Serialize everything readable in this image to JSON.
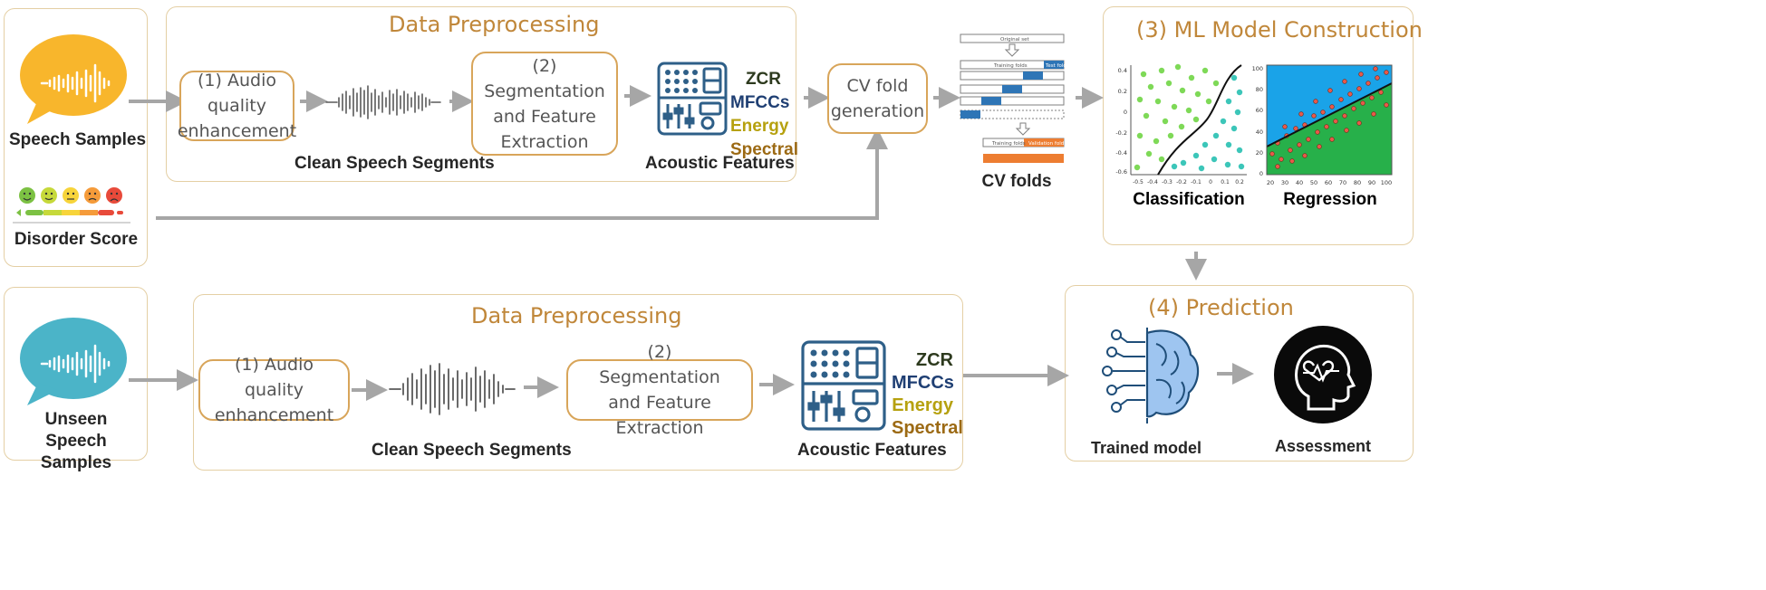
{
  "top": {
    "speech_samples": "Speech Samples",
    "disorder_score": "Disorder Score",
    "preproc_title": "Data Preprocessing",
    "step1": "(1) Audio quality enhancement",
    "clean_segments": "Clean Speech Segments",
    "step2": "(2) Segmentation and Feature Extraction",
    "acoustic_features": "Acoustic Features",
    "cv_fold_generation": "CV fold generation",
    "cv_folds": "CV folds",
    "cv_mini": {
      "original_set": "Original set",
      "training_folds": "Training folds",
      "test_fold": "Test fold",
      "validation_fold": "Validation fold"
    }
  },
  "features": [
    "ZCR",
    "MFCCs",
    "Energy",
    "Spectral"
  ],
  "feature_colors": [
    "#2d3a1e",
    "#1f3f73",
    "#b6a10f",
    "#9c6a14"
  ],
  "ml": {
    "title": "(3) ML Model Construction",
    "classification": "Classification",
    "regression": "Regression",
    "class_x_ticks": [
      "-0.5",
      "-0.4",
      "-0.3",
      "-0.2",
      "-0.1",
      "0",
      "0.1",
      "0.2"
    ],
    "class_y_ticks": [
      "0.4",
      "0.2",
      "0",
      "-0.2",
      "-0.4",
      "-0.6"
    ],
    "reg_x_ticks": [
      "20",
      "30",
      "40",
      "50",
      "60",
      "70",
      "80",
      "90",
      "100"
    ],
    "reg_y_ticks": [
      "100",
      "80",
      "60",
      "40",
      "20",
      "0"
    ]
  },
  "bottom": {
    "unseen_samples": "Unseen Speech Samples",
    "preproc_title": "Data Preprocessing",
    "step1": "(1) Audio quality enhancement",
    "clean_segments": "Clean Speech Segments",
    "step2": "(2) Segmentation and Feature Extraction",
    "acoustic_features": "Acoustic Features"
  },
  "prediction": {
    "title": "(4) Prediction",
    "trained_model": "Trained model",
    "assessment": "Assessment"
  }
}
